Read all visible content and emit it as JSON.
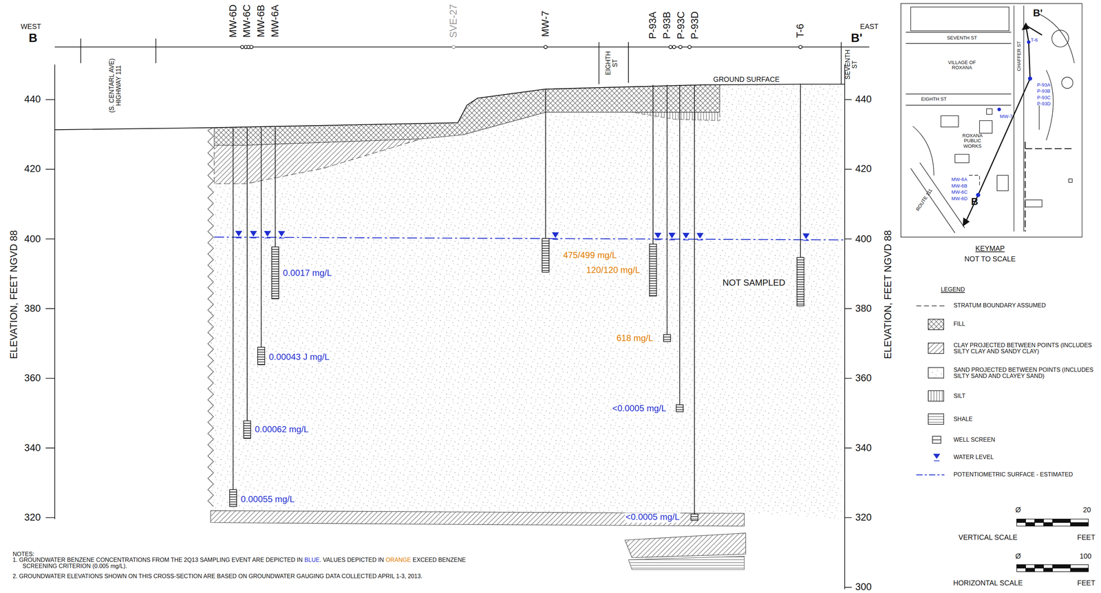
{
  "diagram": {
    "labels": [
      "WEST",
      "B",
      "EAST",
      "B'",
      "MW-6D",
      "MW-6C",
      "MW-6B",
      "MW-6A",
      "SVE-27",
      "MW-7",
      "P-93A",
      "P-93B",
      "P-93C",
      "P-93D",
      "T-6",
      "(S. CENTARL AVE) HIGHWAY 111",
      "EIGHTH ST",
      "SEVENTH ST",
      "GROUND SURFACE",
      "ELEVATION, FEET NGVD 88",
      "440",
      "420",
      "400",
      "380",
      "360",
      "340",
      "320",
      "440",
      "420",
      "400",
      "380",
      "360",
      "340",
      "320",
      "300",
      "ELEVATION, FEET NGVD 88",
      "0.0017 mg/L",
      "0.00043 J  mg/L",
      "0.00062 mg/L",
      "0.00055 mg/L",
      "475/499 mg/L",
      "120/120 mg/L",
      "618 mg/L",
      "<0.0005 mg/L",
      "<0.0005 mg/L",
      "NOT SAMPLED",
      "NOTES:",
      "1.  GROUNDWATER BENZENE CONCENTRATIONS FROM THE 2Q13 SAMPLING EVENT ARE DEPICTED IN",
      "BLUE",
      ". VALUES DEPICTED IN",
      "ORANGE",
      "EXCEED BENZENE SCREENING CRITERION (0.005 mg/L).",
      "2.  GROUNDWATER ELEVATIONS SHOWN ON THIS CROSS-SECTION ARE BASED ON GROUNDWATER GAUGING DATA COLLECTED APRIL 1-3, 2013.",
      "B'",
      "SEVENTH ST",
      "VILLAGE OF ROXANA",
      "CHAFFER ST",
      "T-6",
      "P-93A",
      "P-93B",
      "P-93C",
      "P-93D",
      "EIGHTH ST",
      "MW-7",
      "ROXANA PUBLIC WORKS",
      "MW-6A",
      "MW-6B",
      "MW-6C",
      "MW-6D",
      "ROUTE 111",
      "B",
      "KEYMAP",
      "NOT TO SCALE",
      "LEGEND",
      "Ø",
      "20",
      "VERTICAL SCALE",
      "FEET",
      "Ø",
      "100",
      "HORIZONTAL SCALE",
      "FEET"
    ],
    "legend": [
      {
        "text": "STRATUM BOUNDARY ASSUMED"
      },
      {
        "text": "FILL"
      },
      {
        "text": "CLAY PROJECTED BETWEEN POINTS (INCLUDES SILTY CLAY AND SANDY CLAY)"
      },
      {
        "text": "SAND PROJECTED BETWEEN POINTS (INCLUDES SILTY SAND AND CLAYEY SAND)"
      },
      {
        "text": "SILT"
      },
      {
        "text": "SHALE"
      },
      {
        "text": "WELL SCREEN"
      },
      {
        "text": "WATER LEVEL"
      },
      {
        "text": "POTENTIOMETRIC SURFACE - ESTIMATED"
      }
    ]
  }
}
